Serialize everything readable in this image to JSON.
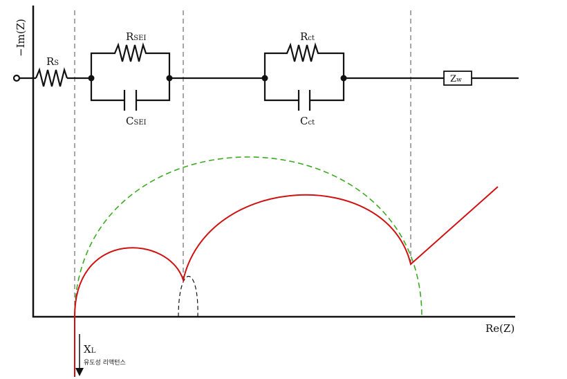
{
  "axes": {
    "y_label": "−Im(Z)",
    "x_label": "Re(Z)"
  },
  "circuit": {
    "rs": {
      "main": "R",
      "sub": "S"
    },
    "rsei": {
      "main": "R",
      "sub": "SEI"
    },
    "csei": {
      "main": "C",
      "sub": "SEI"
    },
    "rct": {
      "main": "R",
      "sub": "ct"
    },
    "cct": {
      "main": "C",
      "sub": "ct"
    },
    "zw": {
      "main": "Z",
      "sub": "w"
    }
  },
  "inductance": {
    "symbol_main": "X",
    "symbol_sub": "L",
    "caption": "유도성 리액턴스"
  },
  "colors": {
    "impedance_curve": "#d01010",
    "overall_arc": "#3aaa20",
    "axes": "#111111",
    "guides": "#777777"
  }
}
